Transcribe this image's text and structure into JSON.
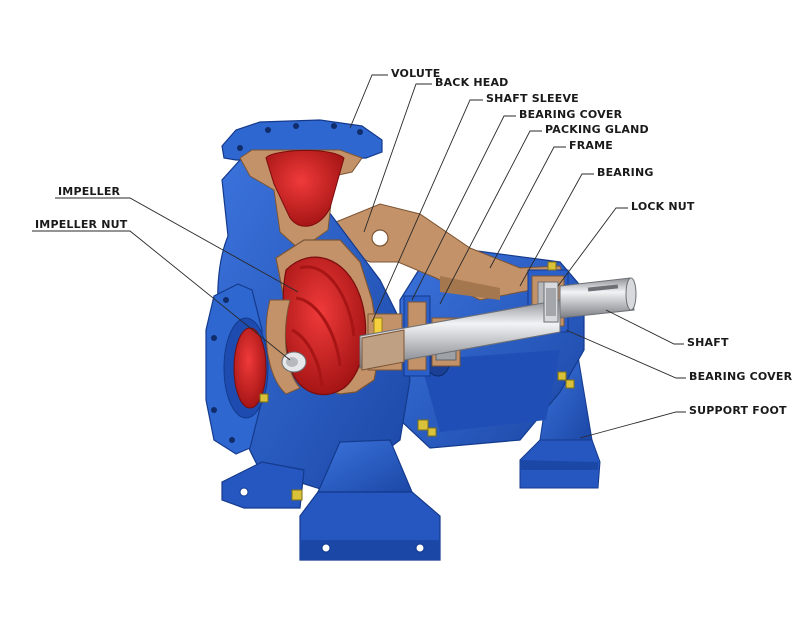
{
  "labels": {
    "volute": "VOLUTE",
    "back_head": "BACK HEAD",
    "shaft_sleeve": "SHAFT SLEEVE",
    "bearing_cover_top": "BEARING COVER",
    "packing_gland": "PACKING GLAND",
    "frame": "FRAME",
    "bearing": "BEARING",
    "lock_nut": "LOCK NUT",
    "impeller": "IMPELLER",
    "impeller_nut": "IMPELLER NUT",
    "shaft": "SHAFT",
    "bearing_cover_bottom": "BEARING COVER",
    "support_foot": "SUPPORT FOOT"
  },
  "colors": {
    "casing_blue": "#2a5fc9",
    "casing_blue_dark": "#1a3f94",
    "bronze": "#c49268",
    "bronze_dark": "#8f6543",
    "impeller_red": "#d11d1d",
    "impeller_red_dark": "#8e0f0f",
    "shaft_steel": "#c9ccd1",
    "bolt_yellow": "#d9c23a"
  }
}
